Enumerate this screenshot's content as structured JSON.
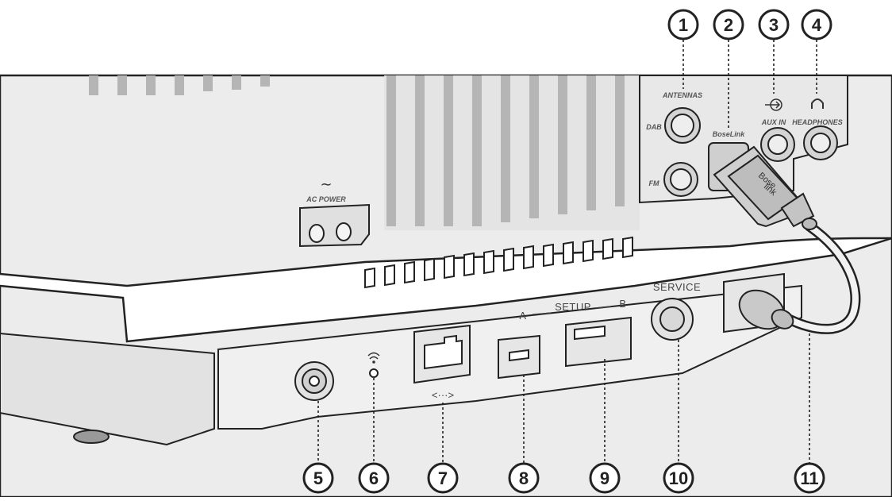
{
  "panel_labels": {
    "antennas": "ANTENNAS",
    "dab": "DAB",
    "fm": "FM",
    "boselink": "BoseLink",
    "aux_in": "AUX IN",
    "headphones": "HEADPHONES",
    "ac_power": "AC POWER",
    "setup_a": "A",
    "setup": "SETUP",
    "setup_b": "B",
    "service": "SERVICE",
    "network_symbol": "<···>",
    "plug_brand_line1": "Bose",
    "plug_brand_line2": "link"
  },
  "callouts": [
    "1",
    "2",
    "3",
    "4",
    "5",
    "6",
    "7",
    "8",
    "9",
    "10",
    "11"
  ],
  "colors": {
    "device_light": "#ebebeb",
    "device_mid": "#dcdcdc",
    "device_dark": "#b8b8b8",
    "outline": "#222222"
  }
}
